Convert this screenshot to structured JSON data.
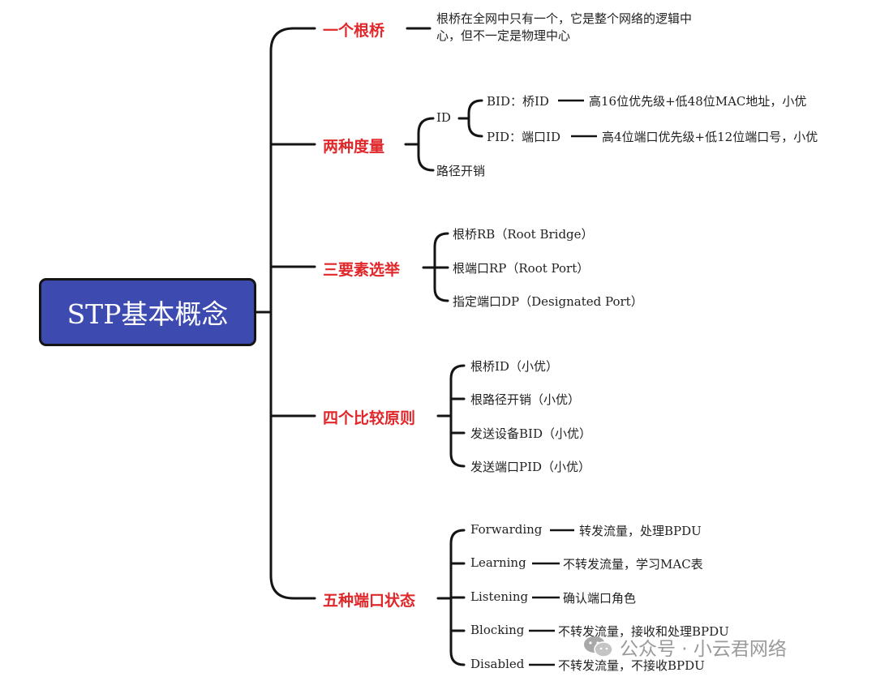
{
  "diagram": {
    "root": {
      "label": "STP基本概念"
    },
    "branch_color": "#e0282b",
    "root_color": "#3d4ab0",
    "branches": [
      {
        "label": "一个根桥",
        "description": [
          "根桥在全网中只有一个，它是整个网络的逻辑中",
          "心，但不一定是物理中心"
        ]
      },
      {
        "label": "两种度量",
        "items": [
          {
            "label": "ID",
            "children": [
              {
                "label": "BID：桥ID",
                "note": "高16位优先级+低48位MAC地址，小优"
              },
              {
                "label": "PID：端口ID",
                "note": "高4位端口优先级+低12位端口号，小优"
              }
            ]
          },
          {
            "label": "路径开销"
          }
        ]
      },
      {
        "label": "三要素选举",
        "items": [
          {
            "label": "根桥RB（Root Bridge）"
          },
          {
            "label": "根端口RP（Root Port）"
          },
          {
            "label": "指定端口DP（Designated Port）"
          }
        ]
      },
      {
        "label": "四个比较原则",
        "items": [
          {
            "label": "根桥ID（小优）"
          },
          {
            "label": "根路径开销（小优）"
          },
          {
            "label": "发送设备BID（小优）"
          },
          {
            "label": "发送端口PID（小优）"
          }
        ]
      },
      {
        "label": "五种端口状态",
        "items": [
          {
            "label": "Forwarding",
            "note": "转发流量，处理BPDU"
          },
          {
            "label": "Learning",
            "note": "不转发流量，学习MAC表"
          },
          {
            "label": "Listening",
            "note": "确认端口角色"
          },
          {
            "label": "Blocking",
            "note": "不转发流量，接收和处理BPDU"
          },
          {
            "label": "Disabled",
            "note": "不转发流量，不接收BPDU"
          }
        ]
      }
    ]
  },
  "watermark": {
    "icon": "wechat-icon",
    "text": "公众号 · 小云君网络"
  }
}
